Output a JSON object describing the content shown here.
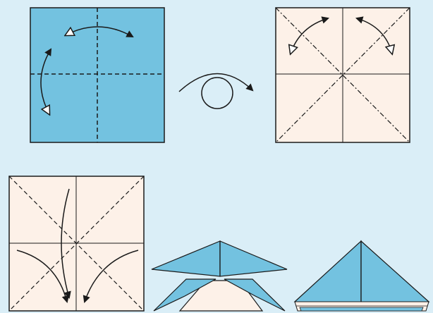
{
  "colors": {
    "background": "#daeef7",
    "paper_colored": "#73c2e0",
    "paper_white": "#fdf1e8",
    "line": "#1a1a1a"
  },
  "steps": [
    {
      "step": "fold-and-unfold-midlines",
      "paper_side": "colored"
    },
    {
      "step": "turn-over",
      "paper_side": "none"
    },
    {
      "step": "fold-and-unfold-diagonals",
      "paper_side": "white"
    },
    {
      "step": "collapse-along-creases",
      "paper_side": "white"
    },
    {
      "step": "collapsing",
      "paper_side": "mixed"
    },
    {
      "step": "finished-waterbomb-base",
      "paper_side": "mixed"
    }
  ]
}
